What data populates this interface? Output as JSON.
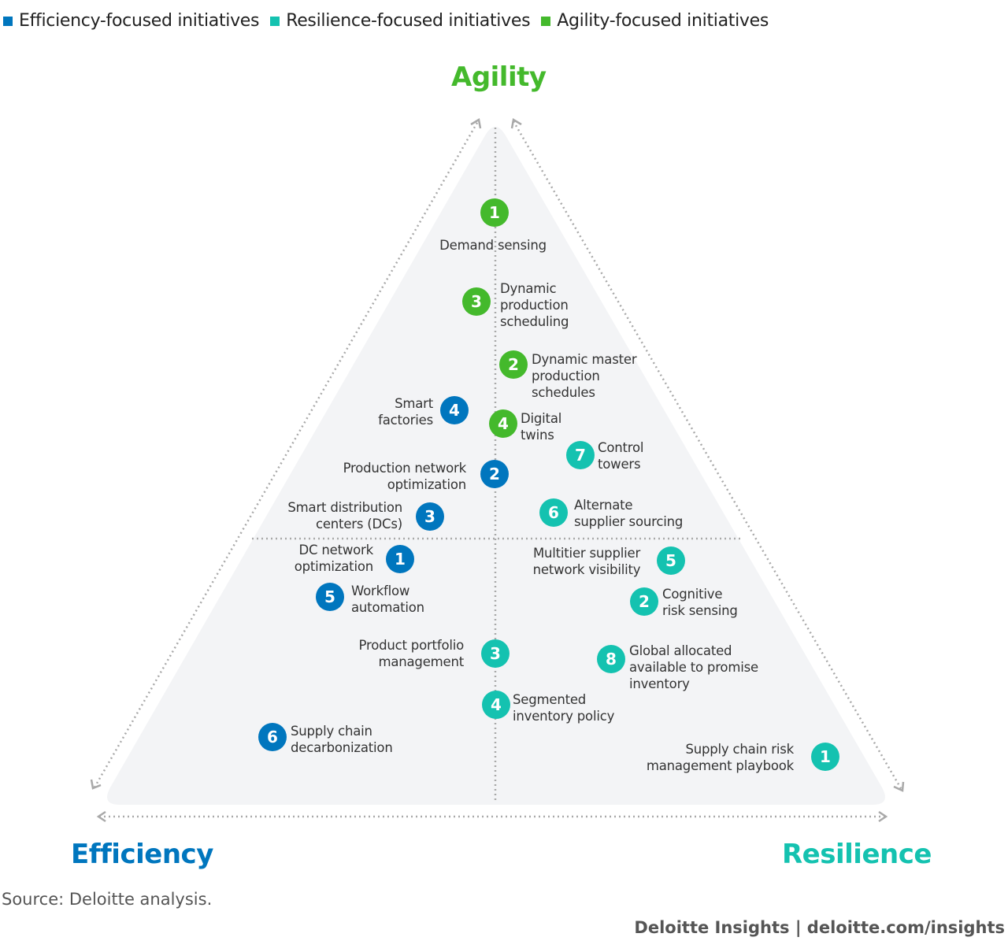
{
  "legend": [
    {
      "label": "Efficiency-focused initiatives",
      "color": "#0076BE"
    },
    {
      "label": "Resilience-focused initiatives",
      "color": "#14C2B0"
    },
    {
      "label": "Agility-focused initiatives",
      "color": "#44B92C"
    }
  ],
  "axes": {
    "top": "Agility",
    "left": "Efficiency",
    "right": "Resilience"
  },
  "colors": {
    "efficiency": "#0076BE",
    "resilience": "#14C2B0",
    "agility": "#44B92C",
    "triangle": "#f3f4f6",
    "dots": "#a9a9a9"
  },
  "items": [
    {
      "category": "agility",
      "number": "1",
      "lines": [
        "Demand sensing"
      ]
    },
    {
      "category": "agility",
      "number": "3",
      "lines": [
        "Dynamic",
        "production",
        "scheduling"
      ]
    },
    {
      "category": "agility",
      "number": "2",
      "lines": [
        "Dynamic master",
        "production",
        "schedules"
      ]
    },
    {
      "category": "agility",
      "number": "4",
      "lines": [
        "Digital",
        "twins"
      ]
    },
    {
      "category": "efficiency",
      "number": "4",
      "lines": [
        "Smart",
        "factories"
      ]
    },
    {
      "category": "efficiency",
      "number": "2",
      "lines": [
        "Production network",
        "optimization"
      ]
    },
    {
      "category": "efficiency",
      "number": "3",
      "lines": [
        "Smart distribution",
        "centers (DCs)"
      ]
    },
    {
      "category": "efficiency",
      "number": "1",
      "lines": [
        "DC network",
        "optimization"
      ]
    },
    {
      "category": "efficiency",
      "number": "5",
      "lines": [
        "Workflow",
        "automation"
      ]
    },
    {
      "category": "efficiency",
      "number": "6",
      "lines": [
        "Supply chain",
        "decarbonization"
      ]
    },
    {
      "category": "resilience",
      "number": "7",
      "lines": [
        "Control",
        "towers"
      ]
    },
    {
      "category": "resilience",
      "number": "6",
      "lines": [
        "Alternate",
        "supplier sourcing"
      ]
    },
    {
      "category": "resilience",
      "number": "5",
      "lines": [
        "Multitier supplier",
        "network visibility"
      ]
    },
    {
      "category": "resilience",
      "number": "2",
      "lines": [
        "Cognitive",
        "risk sensing"
      ]
    },
    {
      "category": "resilience",
      "number": "3",
      "lines": [
        "Product portfolio",
        "management"
      ]
    },
    {
      "category": "resilience",
      "number": "8",
      "lines": [
        "Global allocated",
        "available to promise",
        "inventory"
      ]
    },
    {
      "category": "resilience",
      "number": "4",
      "lines": [
        "Segmented",
        "inventory policy"
      ]
    },
    {
      "category": "resilience",
      "number": "1",
      "lines": [
        "Supply chain risk",
        "management playbook"
      ]
    }
  ],
  "source": "Source: Deloitte analysis.",
  "credit": "Deloitte Insights | deloitte.com/insights"
}
